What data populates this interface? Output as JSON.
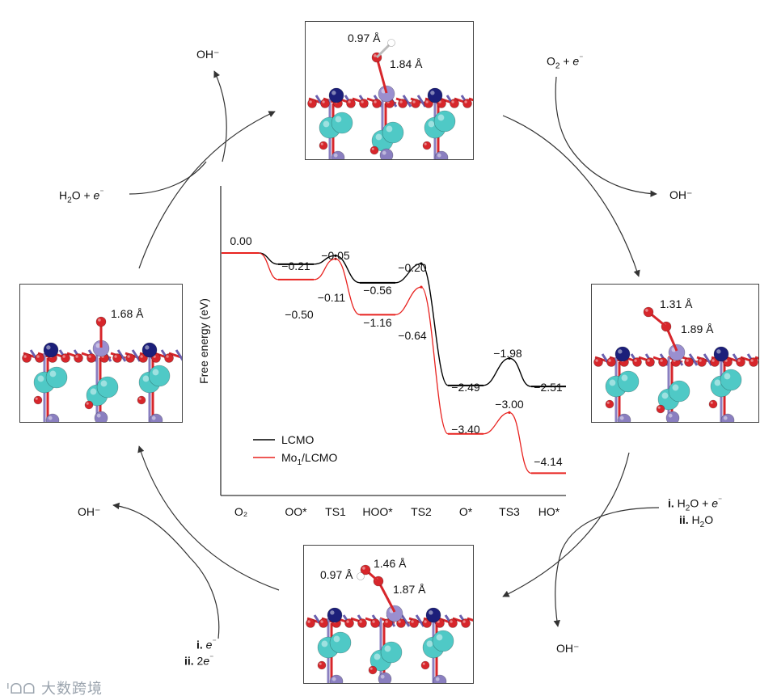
{
  "cycle": {
    "arrow_color": "#333333",
    "labels": {
      "top_left_out": "OH⁻",
      "top_left_in_a": "H",
      "top_left_in_sub": "2",
      "top_left_in_b": "O + ",
      "top_left_in_e": "e",
      "top_left_in_sup": "⁻",
      "top_right_in_a": "O",
      "top_right_in_sub": "2",
      "top_right_in_b": " + ",
      "top_right_in_e": "e",
      "top_right_in_sup": "⁻",
      "top_right_out": "OH⁻",
      "right_in_1_num": "i.",
      "right_in_1_a": " H",
      "right_in_1_sub": "2",
      "right_in_1_b": "O + ",
      "right_in_1_e": "e",
      "right_in_1_sup": "⁻",
      "right_in_2_num": "ii.",
      "right_in_2_a": " H",
      "right_in_2_sub": "2",
      "right_in_2_b": "O",
      "bottom_right_out": "OH⁻",
      "bottom_left_out": "OH⁻",
      "bottom_left_in_1_num": "i.",
      "bottom_left_in_1_e": " e",
      "bottom_left_in_1_sup": "⁻",
      "bottom_left_in_2_num": "ii.",
      "bottom_left_in_2_a": " 2",
      "bottom_left_in_2_e": "e",
      "bottom_left_in_2_sup": "⁻"
    }
  },
  "panels": {
    "top": {
      "labels": [
        "0.97 Å",
        "1.84 Å"
      ]
    },
    "right": {
      "labels": [
        "1.31 Å",
        "1.89 Å"
      ]
    },
    "bottom": {
      "labels": [
        "0.97 Å",
        "1.46 Å",
        "1.87 Å"
      ]
    },
    "left": {
      "labels": [
        "1.68 Å"
      ]
    }
  },
  "atom_colors": {
    "oxygen": "#d7262b",
    "manganese": "#1c1f7a",
    "lanthanum": "#4fc9c6",
    "molybdenum": "#9a8fcf",
    "calcium": "#8a7fc0",
    "hydrogen": "#ffffff"
  },
  "chart_data": {
    "type": "line",
    "ylabel": "Free energy (eV)",
    "xlabel": "",
    "categories": [
      "O₂",
      "OO*",
      "TS1",
      "HOO*",
      "TS2",
      "O*",
      "TS3",
      "HO*"
    ],
    "legend_position": "bottom-left",
    "series": [
      {
        "name": "LCMO",
        "color": "#000000",
        "values": [
          0.0,
          -0.21,
          -0.05,
          -0.56,
          -0.2,
          -2.49,
          -1.98,
          -2.51
        ],
        "labels": [
          "0.00",
          "−0.21",
          "−0.05",
          "−0.56",
          "−0.20",
          "−2.49",
          "−1.98",
          "−2.51"
        ]
      },
      {
        "name_a": "Mo",
        "name_sub": "1",
        "name_b": "/LCMO",
        "color": "#e8221f",
        "values": [
          0.0,
          -0.5,
          -0.11,
          -1.16,
          -0.64,
          -3.4,
          -3.0,
          -4.14
        ],
        "labels": [
          "0.00",
          "−0.50",
          "−0.11",
          "−1.16",
          "−0.64",
          "−3.40",
          "−3.00",
          "−4.14"
        ]
      }
    ]
  }
}
